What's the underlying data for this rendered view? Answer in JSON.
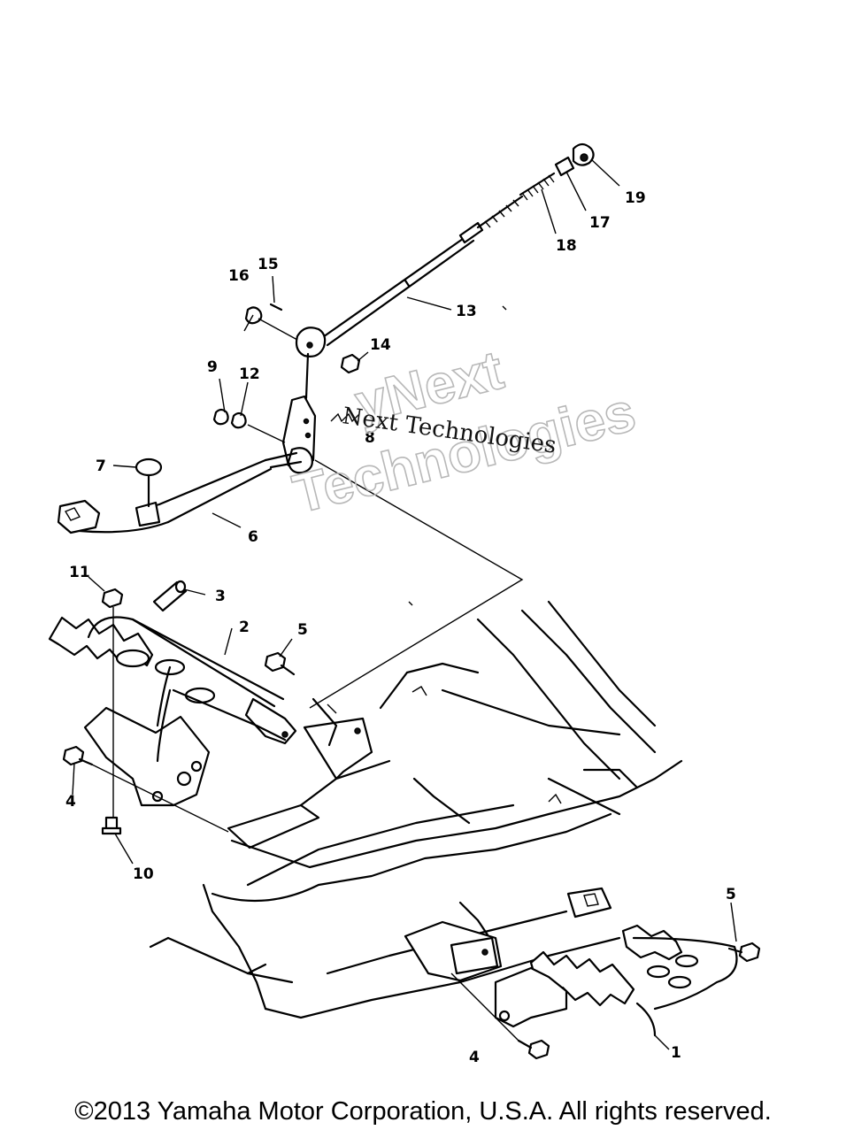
{
  "callouts": [
    {
      "id": "c1",
      "label": "1"
    },
    {
      "id": "c2",
      "label": "2"
    },
    {
      "id": "c3",
      "label": "3"
    },
    {
      "id": "c4a",
      "label": "4"
    },
    {
      "id": "c4b",
      "label": "4"
    },
    {
      "id": "c5a",
      "label": "5"
    },
    {
      "id": "c5b",
      "label": "5"
    },
    {
      "id": "c6",
      "label": "6"
    },
    {
      "id": "c7",
      "label": "7"
    },
    {
      "id": "c8",
      "label": "8"
    },
    {
      "id": "c9",
      "label": "9"
    },
    {
      "id": "c10",
      "label": "10"
    },
    {
      "id": "c11",
      "label": "11"
    },
    {
      "id": "c12",
      "label": "12"
    },
    {
      "id": "c13",
      "label": "13"
    },
    {
      "id": "c14",
      "label": "14"
    },
    {
      "id": "c15",
      "label": "15"
    },
    {
      "id": "c16",
      "label": "16"
    },
    {
      "id": "c17",
      "label": "17"
    },
    {
      "id": "c18",
      "label": "18"
    },
    {
      "id": "c19",
      "label": "19"
    }
  ],
  "watermark": {
    "line1": "yNext",
    "line2": "Technologies",
    "overlay": "Next Technologies"
  },
  "copyright": "©2013 Yamaha Motor Corporation, U.S.A. All rights reserved."
}
